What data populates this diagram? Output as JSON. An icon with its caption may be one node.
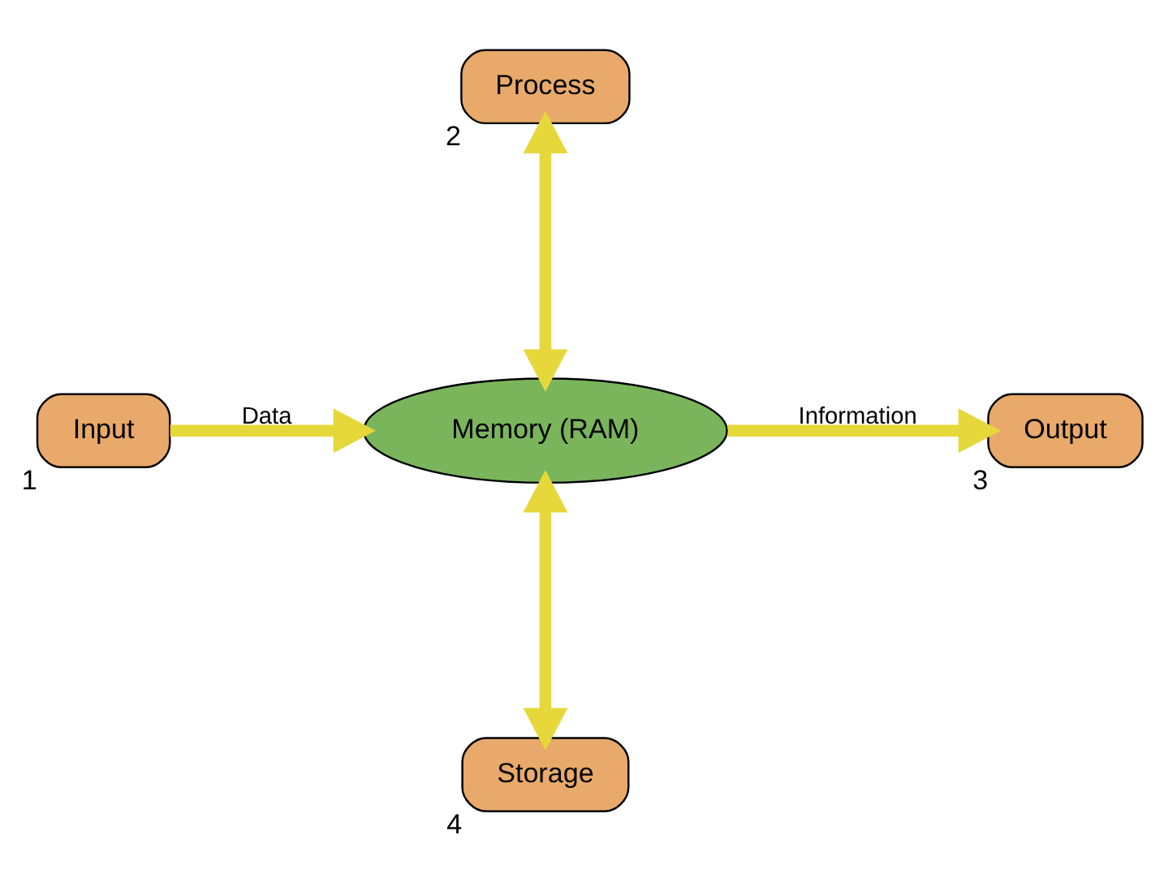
{
  "diagram": {
    "nodes": [
      {
        "text": [
          "Process"
        ],
        "beside": [
          "2"
        ]
      },
      {
        "text": [
          "Input"
        ],
        "beside": [
          "1"
        ]
      },
      {
        "text": [
          "Memory (RAM)"
        ]
      },
      {
        "text": [
          "Output"
        ],
        "beside": [
          "3"
        ]
      },
      {
        "text": [
          "Storage"
        ],
        "beside": [
          "4"
        ]
      }
    ],
    "edges": [
      {
        "from": 0,
        "to": 2,
        "arrow": "both"
      },
      {
        "from": 1,
        "to": 2,
        "arrow": "to",
        "label": "Data"
      },
      {
        "from": 2,
        "to": 3,
        "arrow": "to",
        "label": "Information"
      },
      {
        "from": 2,
        "to": 4,
        "arrow": "both"
      }
    ]
  }
}
